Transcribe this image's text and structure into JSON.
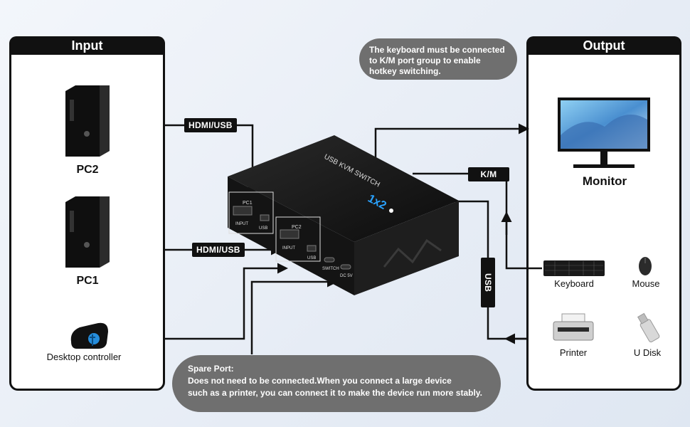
{
  "input_panel": {
    "title": "Input",
    "devices": [
      {
        "label": "PC2",
        "icon": "desktop-tower-icon"
      },
      {
        "label": "PC1",
        "icon": "desktop-tower-icon"
      },
      {
        "label": "Desktop controller",
        "icon": "desktop-controller-icon"
      }
    ]
  },
  "output_panel": {
    "title": "Output",
    "monitor_label": "Monitor",
    "devices": [
      {
        "label": "Keyboard",
        "icon": "keyboard-icon"
      },
      {
        "label": "Mouse",
        "icon": "mouse-icon"
      },
      {
        "label": "Printer",
        "icon": "printer-icon"
      },
      {
        "label": "U Disk",
        "icon": "usb-flash-drive-icon"
      }
    ]
  },
  "connection_tags": {
    "hdmi_usb_pc2": "HDMI/USB",
    "hdmi_usb_pc1": "HDMI/USB",
    "km": "K/M",
    "usb": "USB"
  },
  "kvm_device": {
    "top_label": "USB KVM SWITCH",
    "brand": "1x2",
    "port_groups": [
      {
        "tag": "PC1",
        "hdmi": "INPUT",
        "usb": "USB"
      },
      {
        "tag": "PC2",
        "hdmi": "INPUT",
        "usb": "USB"
      }
    ],
    "switch_label": "SWITCH",
    "dc_label": "DC 5V"
  },
  "notes": {
    "top": "The keyboard must be connected to K/M port group to enable hotkey switching.",
    "bottom_title": "Spare Port:",
    "bottom_line1": "Does not need to be connected.When you connect a large device",
    "bottom_line2": "such as a printer, you can connect it to make the device run more stably."
  },
  "colors": {
    "panel_border": "#111111",
    "bubble": "#6f6f6f",
    "device_body": "#1b1b1b",
    "accent": "#2aa3ff"
  }
}
